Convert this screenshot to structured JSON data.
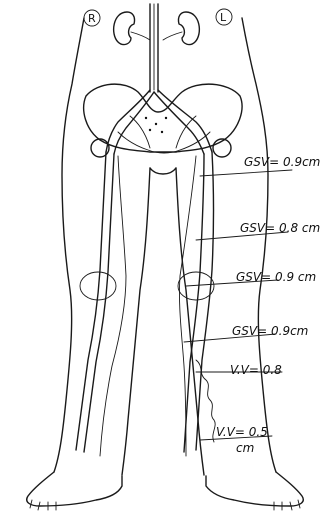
{
  "side_markers": {
    "right": "R",
    "left": "L"
  },
  "annotations": [
    {
      "id": "gsv-1",
      "text": "GSV= 0.9cm"
    },
    {
      "id": "gsv-2",
      "text": "GSV= 0.8 cm"
    },
    {
      "id": "gsv-3",
      "text": "GSV= 0.9 cm"
    },
    {
      "id": "gsv-4",
      "text": "GSV= 0.9cm"
    },
    {
      "id": "vv-1",
      "text": "V.V= 0.8"
    },
    {
      "id": "vv-2-line1",
      "text": "V.V= 0.5"
    },
    {
      "id": "vv-2-line2",
      "text": "cm"
    }
  ]
}
